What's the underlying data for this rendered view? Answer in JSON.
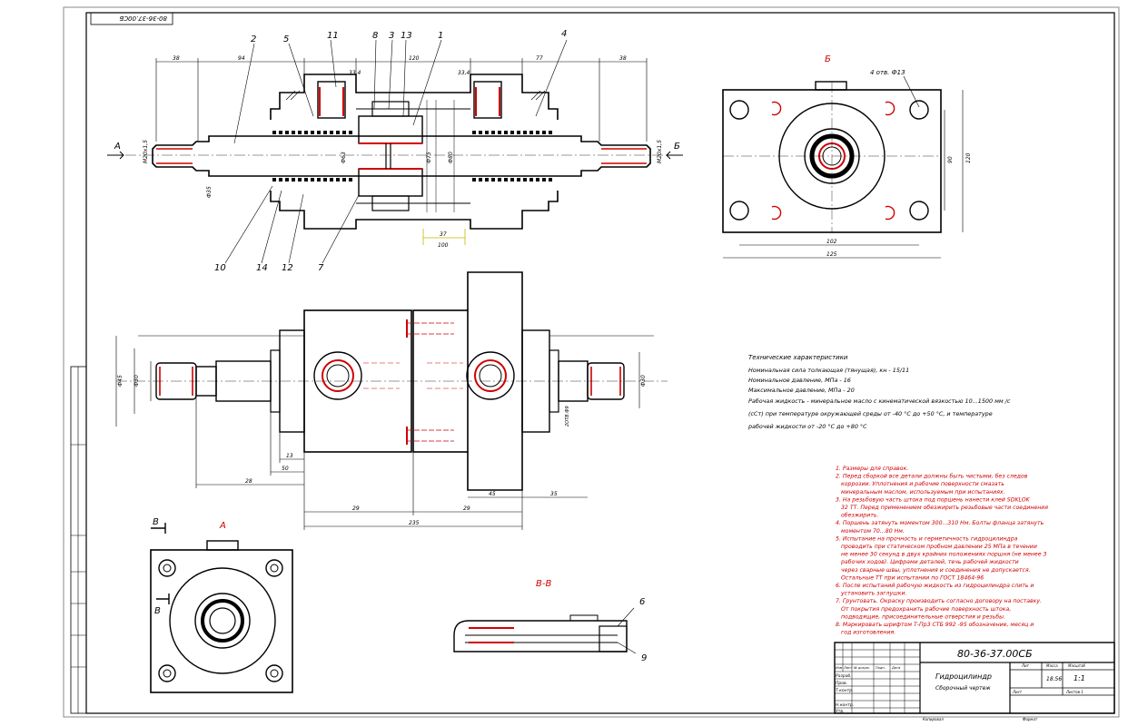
{
  "stamp_top": "80-36-37.00СБ",
  "views": {
    "label_A": "А",
    "label_B": "Б",
    "label_B_right": "Б",
    "label_V": "В",
    "label_V2": "В",
    "section_VV": "В-В",
    "bolt_note": "4 отв. Ф13"
  },
  "callouts": [
    "2",
    "5",
    "11",
    "8",
    "3",
    "13",
    "1",
    "4",
    "10",
    "14",
    "12",
    "7",
    "6",
    "9"
  ],
  "tech": {
    "title": "Технические характеристики",
    "lines": [
      "Номинальная сила толкающая (тянущая), кн    - 15/11",
      "Номинальное давление, МПа                  - 16",
      "Максимальное давление, МПа              - 20",
      "Рабочая жидкость - минеральное масло с кинематической вязкостью 10...1500 мм /с",
      "(сСт) при температуре окружающей среды от -40 °С до +50 °С, и температуре",
      "рабочей жидкости от -20 °С до +80 °С"
    ]
  },
  "notes": [
    "1. Размеры для справок.",
    "2. Перед сборкой все детали должны быть чистыми, без следов",
    "коррозии. Уплотнения и рабочие поверхности смазать",
    "минеральным маслом, используемым при испытаниях.",
    "3. На резьбовую часть штока под поршень нанести клей SDKLOK",
    "32 ТТ. Перед применением обезжирить резьбовые части соединения",
    "обезжирить.",
    "4. Поршень затянуть моментом 300...310 Нм. Болты фланца затянуть",
    "моментом 70...80 Нм.",
    "5. Испытание на прочность и герметичность гидроцилиндра",
    "проводить при статическом пробном давлении 25 МПа в течении",
    "не менее 30 секунд в двух крайних положениях поршня (не менее 3",
    "рабочих ходов). Цифрами деталей, течь рабочей жидкости",
    "через сварные швы, уплотнения и соединения не допускается.",
    "Остальные ТТ при испытании по ГОСТ 18464-96",
    "6. После испытаний рабочую жидкость из гидроцилиндра слить и",
    "установить заглушки.",
    "7. Грунтовать. Окраску производить согласно договору на поставку.",
    "От покрытия предохранить рабочие поверхность штока,",
    "подводящие, присоединительные отверстия и резьбы.",
    "8. Маркировать шрифтом Т-Пр3 СТБ 992 -95 обозначение, месяц и",
    "год изготовления."
  ],
  "titleblock": {
    "code": "80-36-37.00СБ",
    "name": "Гидроцилиндр",
    "subtitle": "Сборочный чертеж",
    "mass_head": "Масса",
    "scale_head": "Масштаб",
    "letter_head": "Лит",
    "mass": "18.56",
    "scale": "1:1",
    "sheet_label": "Лист",
    "sheets_label": "Листов 1",
    "rows": [
      "Изм",
      "Лист",
      "№ докум.",
      "Подп.",
      "Дата",
      "Разраб.",
      "Пров.",
      "Т.контр.",
      "Н.контр.",
      "Утв."
    ],
    "copied": "Копировал",
    "format": "Формат"
  },
  "dims": {
    "top": [
      "38",
      "94",
      "33,4",
      "120",
      "33,4",
      "77",
      "38"
    ],
    "dia_rod": "Ф35",
    "dia_bore": "Ф63",
    "dia_p": "Ф75",
    "dia_c": "Ф80",
    "m_left": "М20х1,5",
    "m_right": "М20х1,5",
    "yellow1": "37",
    "yellow2": "100",
    "side_h": "90",
    "side_h2": "120",
    "side_w": "102",
    "side_w2": "125",
    "front_lens": [
      "13",
      "50",
      "28",
      "29",
      "29",
      "235",
      "45",
      "35"
    ],
    "front_dias": [
      "Ф45",
      "Ф30",
      "Ф30"
    ],
    "extra": "2ОТВ.Ф9"
  }
}
